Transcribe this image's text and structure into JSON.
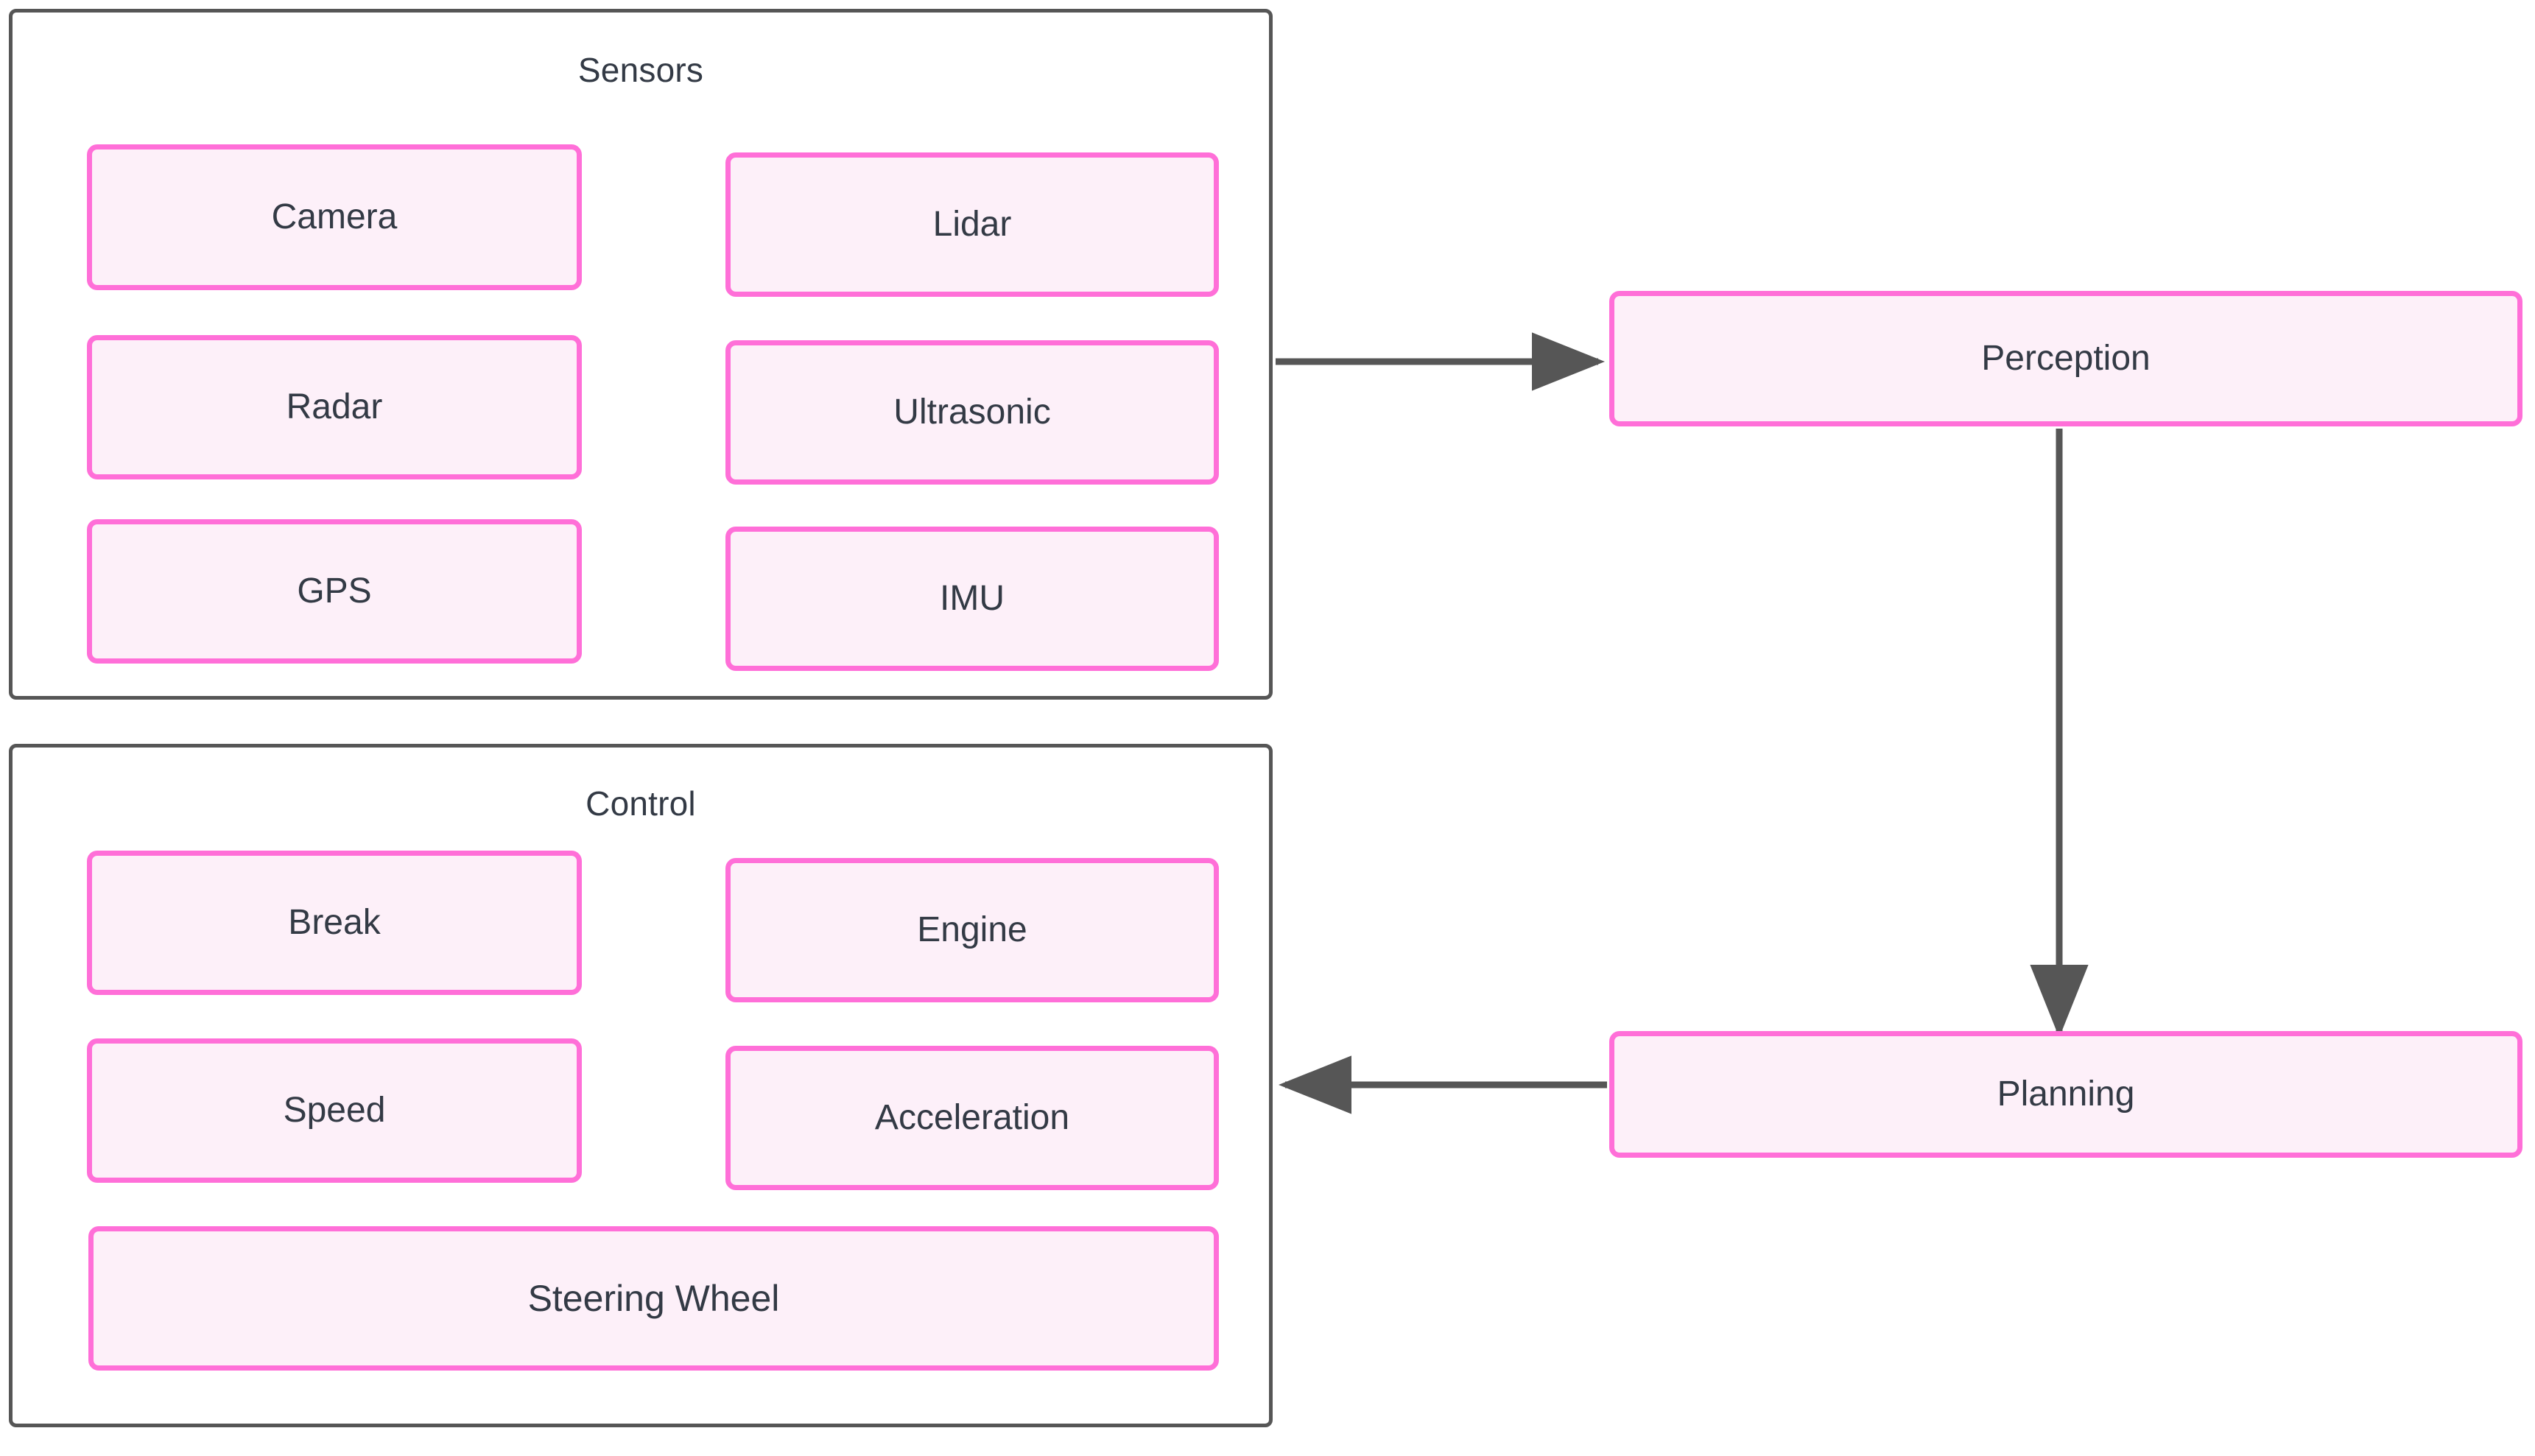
{
  "diagram": {
    "type": "flowchart",
    "background": "#ffffff",
    "colors": {
      "group_border": "#565656",
      "node_border": "#ff6fd8",
      "node_fill": "#fdf0f9",
      "text": "#333a45",
      "edge": "#565656"
    }
  },
  "groups": [
    {
      "id": "sensors",
      "title": "Sensors",
      "nodes": [
        {
          "id": "camera",
          "label": "Camera"
        },
        {
          "id": "lidar",
          "label": "Lidar"
        },
        {
          "id": "radar",
          "label": "Radar"
        },
        {
          "id": "ultrasonic",
          "label": "Ultrasonic"
        },
        {
          "id": "gps",
          "label": "GPS"
        },
        {
          "id": "imu",
          "label": "IMU"
        }
      ]
    },
    {
      "id": "control",
      "title": "Control",
      "nodes": [
        {
          "id": "break",
          "label": "Break"
        },
        {
          "id": "engine",
          "label": "Engine"
        },
        {
          "id": "speed",
          "label": "Speed"
        },
        {
          "id": "acceleration",
          "label": "Acceleration"
        },
        {
          "id": "steering-wheel",
          "label": "Steering Wheel"
        }
      ]
    }
  ],
  "standalone_nodes": [
    {
      "id": "perception",
      "label": "Perception"
    },
    {
      "id": "planning",
      "label": "Planning"
    }
  ],
  "edges": [
    {
      "id": "sensors-to-perception",
      "from": "Sensors",
      "to": "Perception",
      "direction": "right",
      "label": ""
    },
    {
      "id": "perception-to-planning",
      "from": "Perception",
      "to": "Planning",
      "direction": "down",
      "label": ""
    },
    {
      "id": "planning-to-control",
      "from": "Planning",
      "to": "Control",
      "direction": "left",
      "label": ""
    }
  ]
}
